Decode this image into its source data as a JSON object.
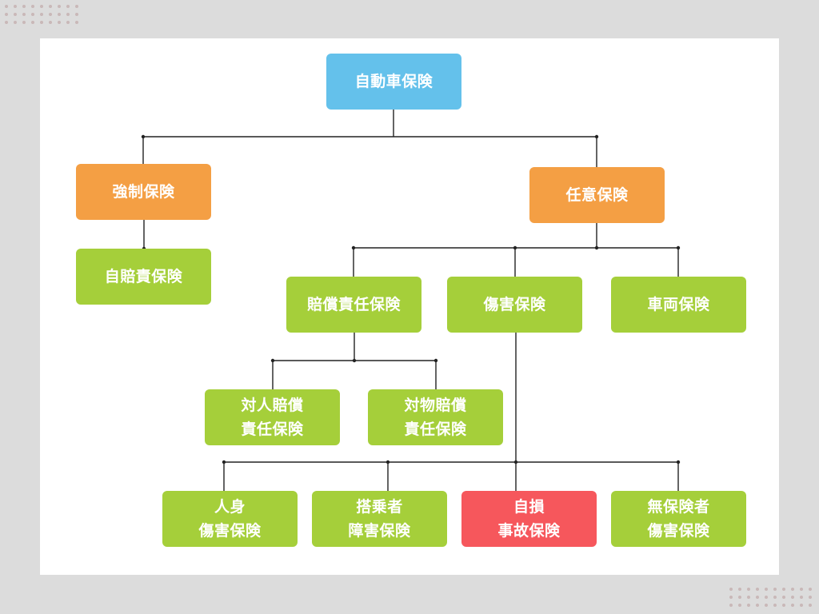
{
  "colors": {
    "root": "#64c1eb",
    "category": "#f49f44",
    "type": "#a5cf3a",
    "highlight": "#f6575c",
    "line": "#222222"
  },
  "nodes": {
    "root": "自動車保険",
    "compulsory": "強制保険",
    "voluntary": "任意保険",
    "jibaiseki": "自賠責保険",
    "liability": "賠償責任保険",
    "injury": "傷害保険",
    "vehicle": "車両保険",
    "bodily_liability": "対人賠償\n責任保険",
    "property_liability": "対物賠償\n責任保険",
    "personal_injury": "人身\n傷害保険",
    "passenger_injury": "搭乗者\n障害保険",
    "self_accident": "自損\n事故保険",
    "uninsured": "無保険者\n傷害保険"
  }
}
